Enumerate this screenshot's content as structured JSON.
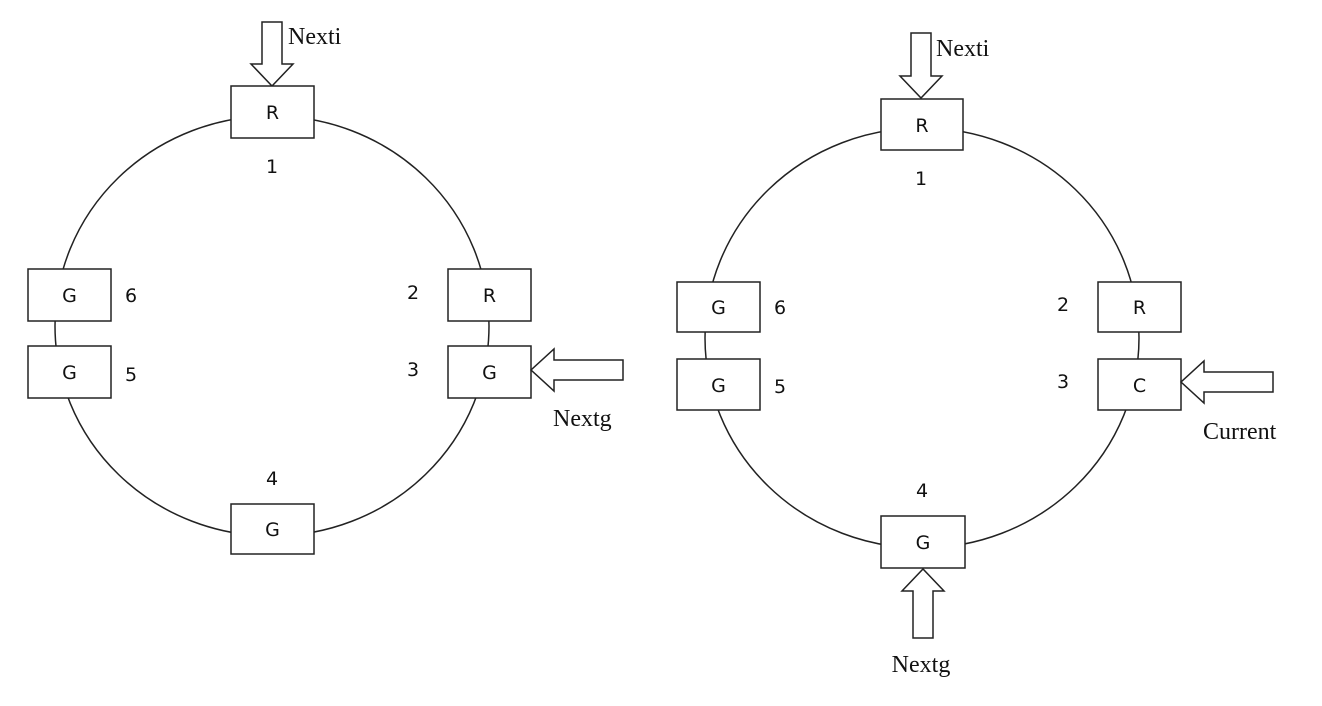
{
  "diagrams": [
    {
      "nodes": [
        {
          "id": "1",
          "label": "R"
        },
        {
          "id": "2",
          "label": "R"
        },
        {
          "id": "3",
          "label": "G"
        },
        {
          "id": "4",
          "label": "G"
        },
        {
          "id": "5",
          "label": "G"
        },
        {
          "id": "6",
          "label": "G"
        }
      ],
      "pointers": [
        {
          "label": "Nexti",
          "target": "1"
        },
        {
          "label": "Nextg",
          "target": "3"
        }
      ]
    },
    {
      "nodes": [
        {
          "id": "1",
          "label": "R"
        },
        {
          "id": "2",
          "label": "R"
        },
        {
          "id": "3",
          "label": "C"
        },
        {
          "id": "4",
          "label": "G"
        },
        {
          "id": "5",
          "label": "G"
        },
        {
          "id": "6",
          "label": "G"
        }
      ],
      "pointers": [
        {
          "label": "Nexti",
          "target": "1"
        },
        {
          "label": "Current",
          "target": "3"
        },
        {
          "label": "Nextg",
          "target": "4"
        }
      ]
    }
  ]
}
